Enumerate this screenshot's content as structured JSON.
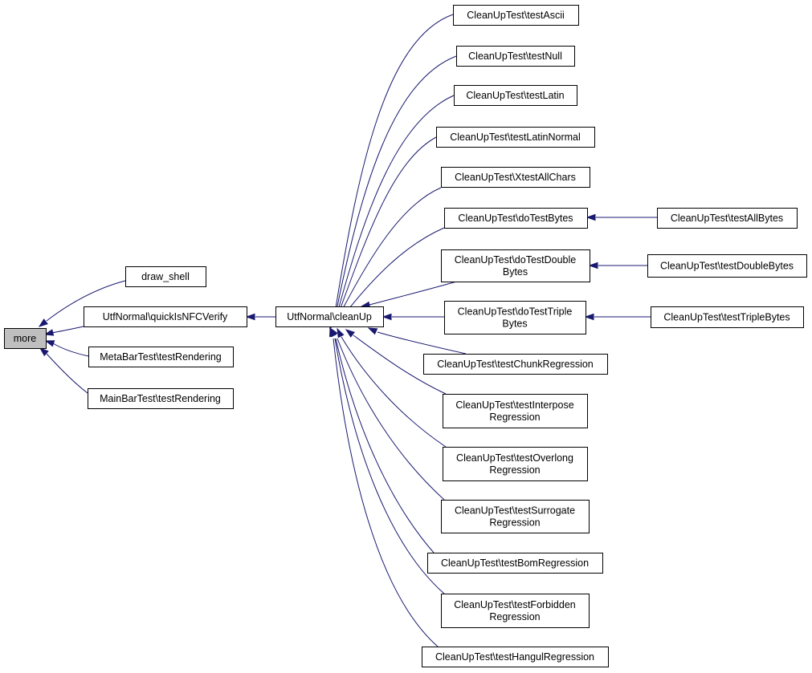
{
  "colors": {
    "edge": "#191970",
    "node_border": "#000000",
    "node_fill": "#ffffff",
    "root_fill": "#bfbfbf"
  },
  "nodes": {
    "more": [
      "more"
    ],
    "draw_shell": [
      "draw_shell"
    ],
    "quick_is_nfc_verify": [
      "UtfNormal\\quickIsNFCVerify"
    ],
    "metabar_test_rendering": [
      "MetaBarTest\\testRendering"
    ],
    "mainbar_test_rendering": [
      "MainBarTest\\testRendering"
    ],
    "clean_up": [
      "UtfNormal\\cleanUp"
    ],
    "test_ascii": [
      "CleanUpTest\\testAscii"
    ],
    "test_null": [
      "CleanUpTest\\testNull"
    ],
    "test_latin": [
      "CleanUpTest\\testLatin"
    ],
    "test_latin_normal": [
      "CleanUpTest\\testLatinNormal"
    ],
    "xtest_all_chars": [
      "CleanUpTest\\XtestAllChars"
    ],
    "do_test_bytes": [
      "CleanUpTest\\doTestBytes"
    ],
    "do_test_double_bytes": [
      "CleanUpTest\\doTestDouble",
      "Bytes"
    ],
    "do_test_triple_bytes": [
      "CleanUpTest\\doTestTriple",
      "Bytes"
    ],
    "test_chunk_regression": [
      "CleanUpTest\\testChunkRegression"
    ],
    "test_interpose_regression": [
      "CleanUpTest\\testInterpose",
      "Regression"
    ],
    "test_overlong_regression": [
      "CleanUpTest\\testOverlong",
      "Regression"
    ],
    "test_surrogate_regression": [
      "CleanUpTest\\testSurrogate",
      "Regression"
    ],
    "test_bom_regression": [
      "CleanUpTest\\testBomRegression"
    ],
    "test_forbidden_regression": [
      "CleanUpTest\\testForbidden",
      "Regression"
    ],
    "test_hangul_regression": [
      "CleanUpTest\\testHangulRegression"
    ],
    "test_all_bytes": [
      "CleanUpTest\\testAllBytes"
    ],
    "test_double_bytes": [
      "CleanUpTest\\testDoubleBytes"
    ],
    "test_triple_bytes": [
      "CleanUpTest\\testTripleBytes"
    ]
  },
  "edges": [
    {
      "from": "draw_shell",
      "to": "more"
    },
    {
      "from": "quick_is_nfc_verify",
      "to": "more"
    },
    {
      "from": "metabar_test_rendering",
      "to": "more"
    },
    {
      "from": "mainbar_test_rendering",
      "to": "more"
    },
    {
      "from": "clean_up",
      "to": "quick_is_nfc_verify"
    },
    {
      "from": "test_ascii",
      "to": "clean_up"
    },
    {
      "from": "test_null",
      "to": "clean_up"
    },
    {
      "from": "test_latin",
      "to": "clean_up"
    },
    {
      "from": "test_latin_normal",
      "to": "clean_up"
    },
    {
      "from": "xtest_all_chars",
      "to": "clean_up"
    },
    {
      "from": "do_test_bytes",
      "to": "clean_up"
    },
    {
      "from": "do_test_double_bytes",
      "to": "clean_up"
    },
    {
      "from": "do_test_triple_bytes",
      "to": "clean_up"
    },
    {
      "from": "test_chunk_regression",
      "to": "clean_up"
    },
    {
      "from": "test_interpose_regression",
      "to": "clean_up"
    },
    {
      "from": "test_overlong_regression",
      "to": "clean_up"
    },
    {
      "from": "test_surrogate_regression",
      "to": "clean_up"
    },
    {
      "from": "test_bom_regression",
      "to": "clean_up"
    },
    {
      "from": "test_forbidden_regression",
      "to": "clean_up"
    },
    {
      "from": "test_hangul_regression",
      "to": "clean_up"
    },
    {
      "from": "test_all_bytes",
      "to": "do_test_bytes"
    },
    {
      "from": "test_double_bytes",
      "to": "do_test_double_bytes"
    },
    {
      "from": "test_triple_bytes",
      "to": "do_test_triple_bytes"
    }
  ]
}
